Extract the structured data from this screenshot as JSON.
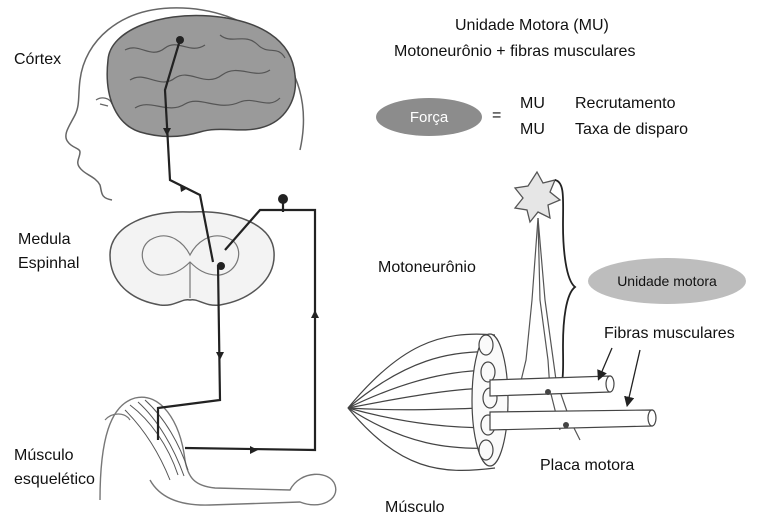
{
  "labels": {
    "cortex": "Córtex",
    "spinal_cord_line1": "Medula",
    "spinal_cord_line2": "Espinhal",
    "skeletal_muscle_line1": "Músculo",
    "skeletal_muscle_line2": "esquelético",
    "motor_unit_title": "Unidade Motora (MU)",
    "motor_unit_subtitle": "Motoneurônio + fibras musculares",
    "force": "Força",
    "equals": "=",
    "mu_a": "MU",
    "recruitment": "Recrutamento",
    "mu_b": "MU",
    "firing_rate": "Taxa de disparo",
    "motoneuron": "Motoneurônio",
    "motor_unit": "Unidade motora",
    "muscle_fibers": "Fibras musculares",
    "motor_endplate": "Placa motora",
    "muscle": "Músculo"
  },
  "colors": {
    "brain_fill": "#9a9a9a",
    "pill_dark": "#8c8c8c",
    "pill_light": "#bdbdbd",
    "pathway": "#222222"
  }
}
